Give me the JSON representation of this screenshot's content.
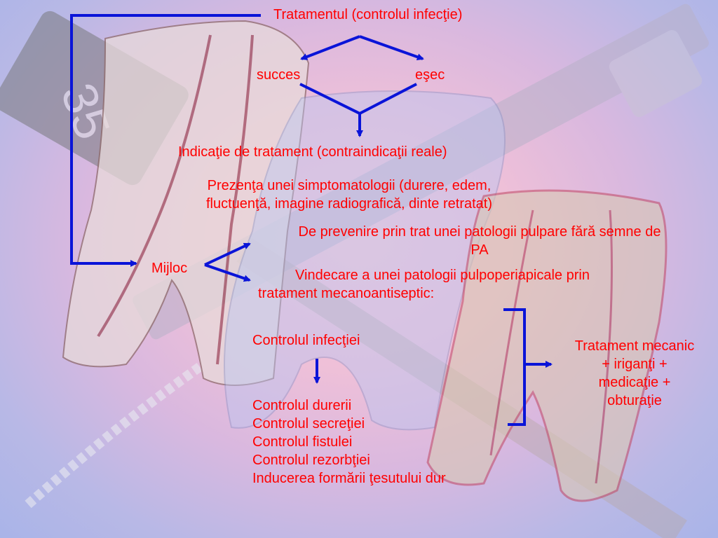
{
  "slide": {
    "title": "Tratamentul (controlul infecţie)",
    "succes": "succes",
    "esec": "eşec",
    "indicatie": "Indicaţie de tratament (contraindicaţii reale)",
    "prezenta_line1": "Prezenţa unei simptomatologii (durere, edem,",
    "prezenta_line2": "fluctuenţă, imagine radiografică, dinte retratat)",
    "prevenire_line1": "De prevenire prin trat unei patologii pulpare fără semne de",
    "prevenire_line2": "PA",
    "mijloc": "Mijloc",
    "vindecare_line1": "Vindecare a unei patologii pulpoperiapicale prin",
    "vindecare_line2": "tratament mecanoantiseptic:",
    "controlul_infectiei": "Controlul infecţiei",
    "outcomes": [
      "Controlul durerii",
      "Controlul secreţiei",
      "Controlul fistulei",
      "Controlul rezorbţiei",
      "Inducerea formării ţesutului dur"
    ],
    "tratament": [
      "Tratament mecanic",
      "+ iriganţi +",
      "medicaţie +",
      "obturaţie"
    ]
  },
  "colors": {
    "text": "#ff0000",
    "arrow": "#0a14d8",
    "background": "#f2c3d8"
  },
  "background_icons": [
    "tooth-icon",
    "syringe-icon",
    "endodontic-file-icon"
  ]
}
